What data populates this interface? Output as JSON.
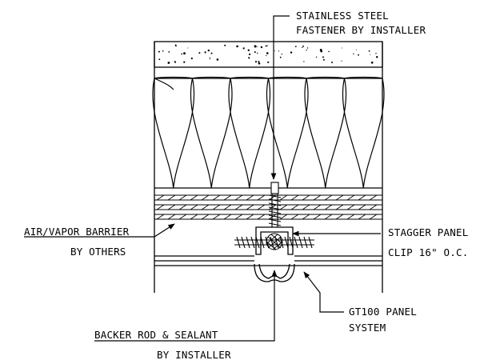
{
  "labels": {
    "fastener_line1": "STAINLESS STEEL",
    "fastener_line2": "FASTENER BY INSTALLER",
    "barrier_line1": "AIR/VAPOR BARRIER",
    "barrier_line2": "BY OTHERS",
    "clip_line1": "STAGGER PANEL",
    "clip_line2": "CLIP 16\" O.C.",
    "panel_line1": "GT100 PANEL",
    "panel_line2": "SYSTEM",
    "backer_line1": "BACKER ROD & SEALANT",
    "backer_line2": "BY INSTALLER"
  },
  "colors": {
    "line": "#000000",
    "background": "#ffffff"
  }
}
